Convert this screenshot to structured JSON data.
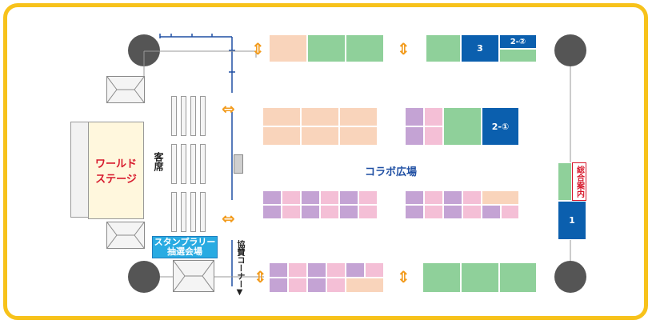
{
  "stage": {
    "line1": "ワールド",
    "line2": "ステージ"
  },
  "seats_label": "客席",
  "stamp_rally": {
    "line1": "スタンプラリー",
    "line2": "抽選会場"
  },
  "sponsor_corner": "協賛コーナー▼",
  "collab_plaza": "コラボ広場",
  "info": {
    "label": "総合案内",
    "number": "1"
  },
  "booths": {
    "b3": "3",
    "b2_2": "2-②",
    "b2_1": "2-①"
  },
  "colors": {
    "frame": "#f7c21b",
    "peach": "#f9d4bb",
    "green": "#8fd09a",
    "purple": "#c4a3d4",
    "pink": "#f4bfd6",
    "blue": "#0b5fae",
    "red": "#d7192c",
    "arrow": "#f29b1d",
    "stamp_bg": "#29abe2"
  },
  "icons": [
    "double-arrow-vertical",
    "double-arrow-horizontal"
  ]
}
